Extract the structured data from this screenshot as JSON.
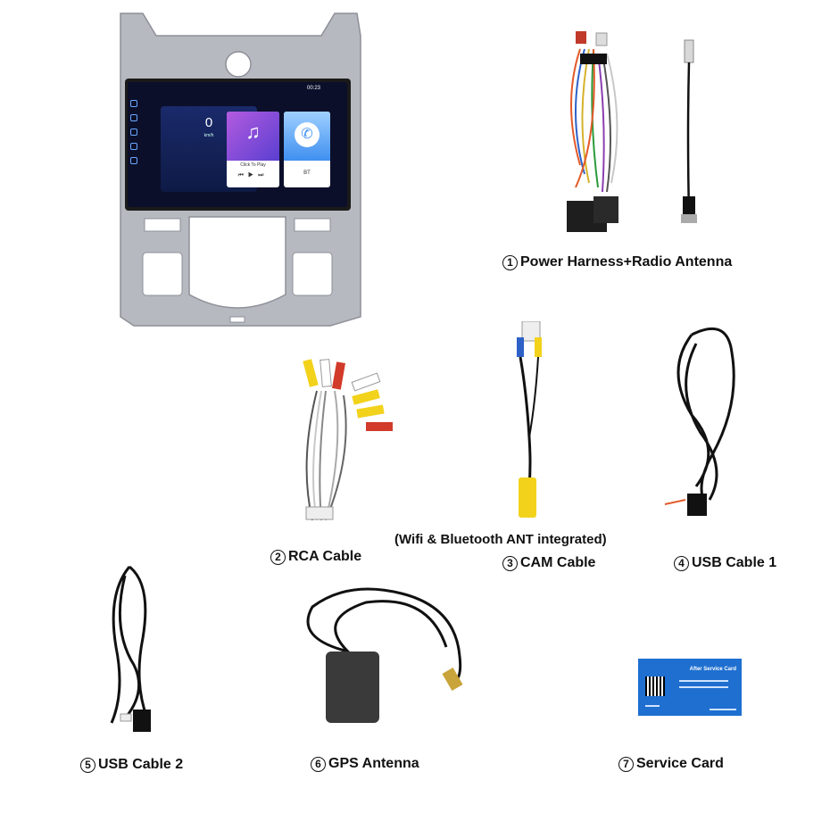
{
  "head_unit": {
    "status_time": "00:23",
    "speed_value": "0",
    "speed_unit": "km/h",
    "music_hint": "Click To Play",
    "bt_label": "BT"
  },
  "items": [
    {
      "number": "1",
      "label": "Power Harness+Radio Antenna"
    },
    {
      "number": "2",
      "label": "RCA Cable"
    },
    {
      "number": "3",
      "label": "CAM Cable",
      "note": "(Wifi & Bluetooth ANT integrated)"
    },
    {
      "number": "4",
      "label": "USB Cable 1"
    },
    {
      "number": "5",
      "label": "USB Cable 2"
    },
    {
      "number": "6",
      "label": "GPS Antenna"
    },
    {
      "number": "7",
      "label": "Service Card"
    }
  ],
  "service_card": {
    "title": "After Service Card"
  }
}
